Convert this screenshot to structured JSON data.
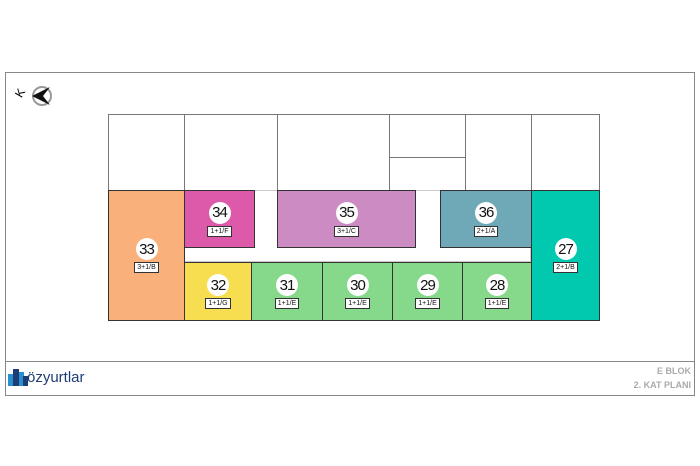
{
  "compass": {
    "label": "K"
  },
  "units": [
    {
      "id": "33",
      "type": "3+1/B",
      "color": "#f9b07a"
    },
    {
      "id": "34",
      "type": "1+1/F",
      "color": "#dd5aab"
    },
    {
      "id": "35",
      "type": "3+1/C",
      "color": "#cc8bc2"
    },
    {
      "id": "36",
      "type": "2+1/A",
      "color": "#6fa8b7"
    },
    {
      "id": "27",
      "type": "2+1/B",
      "color": "#00c9b0"
    },
    {
      "id": "32",
      "type": "1+1/G",
      "color": "#f7de50"
    },
    {
      "id": "31",
      "type": "1+1/E",
      "color": "#86d98a"
    },
    {
      "id": "30",
      "type": "1+1/E",
      "color": "#86d98a"
    },
    {
      "id": "29",
      "type": "1+1/E",
      "color": "#86d98a"
    },
    {
      "id": "28",
      "type": "1+1/E",
      "color": "#86d98a"
    }
  ],
  "footer": {
    "logo": "özyurtlar",
    "block": "E BLOK",
    "floor": "2. KAT PLANI"
  }
}
